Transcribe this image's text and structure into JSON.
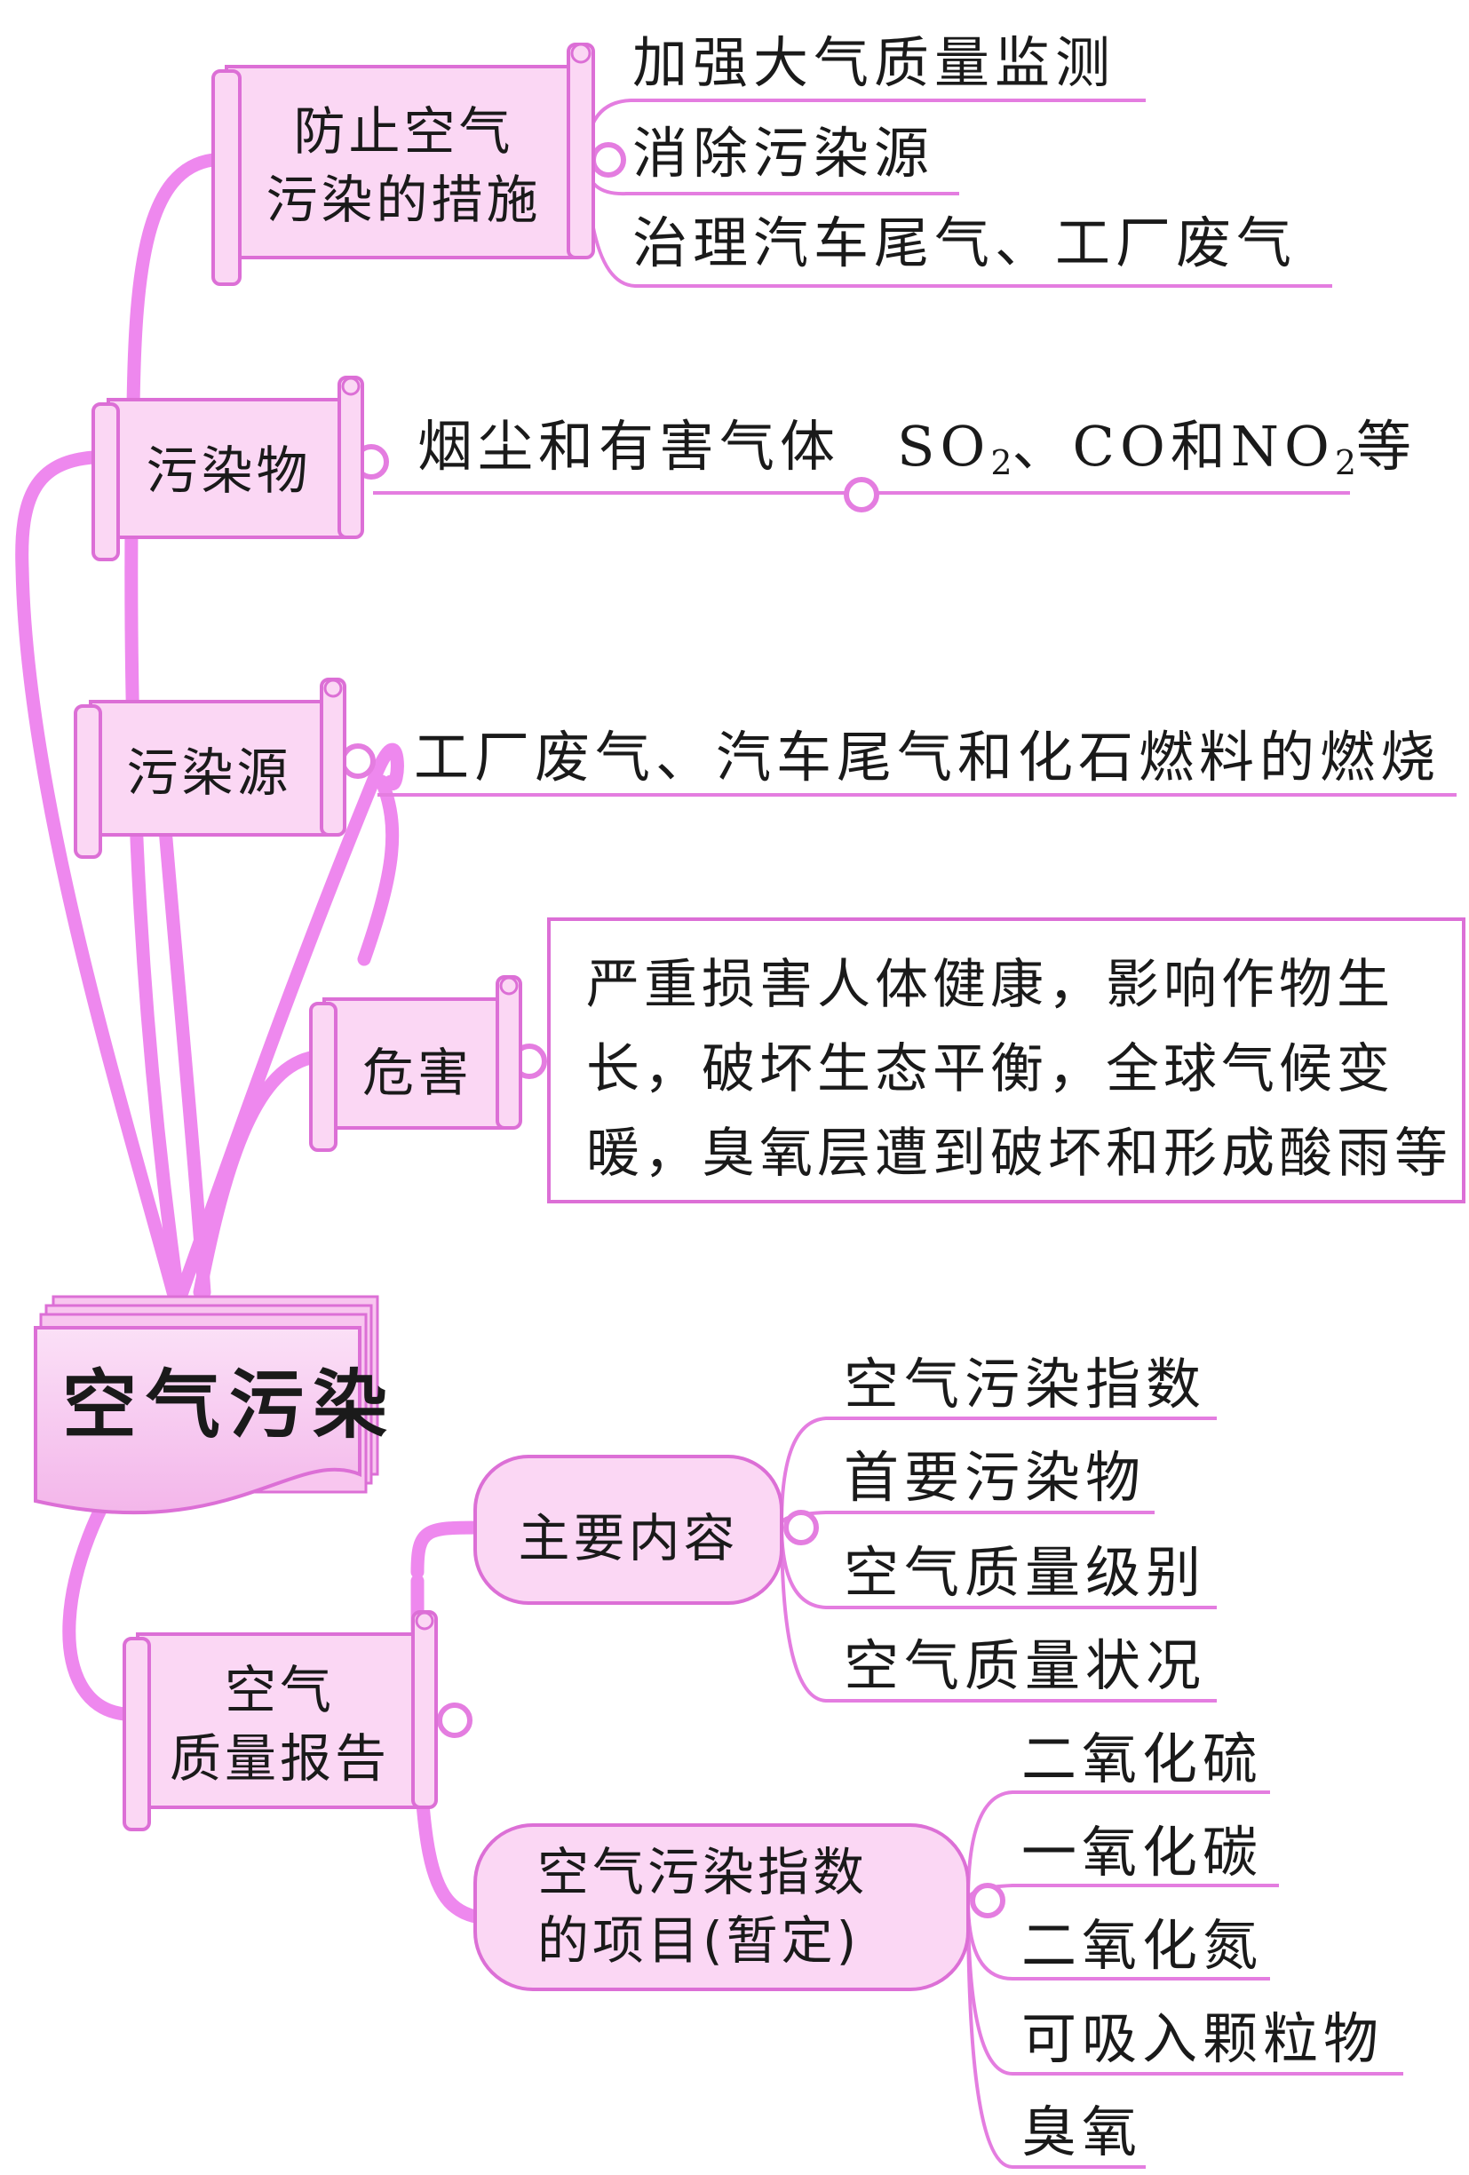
{
  "center": {
    "label": "空气污染"
  },
  "branches": {
    "measures": {
      "title": "防止空气污染的措施",
      "title_line1": "防止空气",
      "title_line2": "污染的措施",
      "items": [
        "加强大气质量监测",
        "消除污染源",
        "治理汽车尾气、工厂废气"
      ]
    },
    "pollutants": {
      "title": "污染物",
      "item": "烟尘和有害气体",
      "detail": {
        "p1": "SO",
        "s1": "2",
        "p2": "、CO和NO",
        "s2": "2",
        "p3": "等"
      }
    },
    "sources": {
      "title": "污染源",
      "item": "工厂废气、汽车尾气和化石燃料的燃烧"
    },
    "harm": {
      "title": "危害",
      "lines": [
        "严重损害人体健康，影响作物生",
        "长，破坏生态平衡，全球气候变",
        "暖，臭氧层遭到破坏和形成酸雨等"
      ]
    },
    "report": {
      "title_line1": "空气",
      "title_line2": "质量报告",
      "main_content": {
        "title": "主要内容",
        "items": [
          "空气污染指数",
          "首要污染物",
          "空气质量级别",
          "空气质量状况"
        ]
      },
      "index_items": {
        "title_line1": "空气污染指数",
        "title_line2": "的项目(暂定)",
        "items": [
          "二氧化硫",
          "一氧化碳",
          "二氧化氮",
          "可吸入颗粒物",
          "臭氧"
        ]
      }
    }
  },
  "colors": {
    "line": "#ee88ee",
    "box_fill": "#fbd7f4",
    "box_stroke": "#dc6fd6",
    "center_fill": "#f8c6ef"
  }
}
